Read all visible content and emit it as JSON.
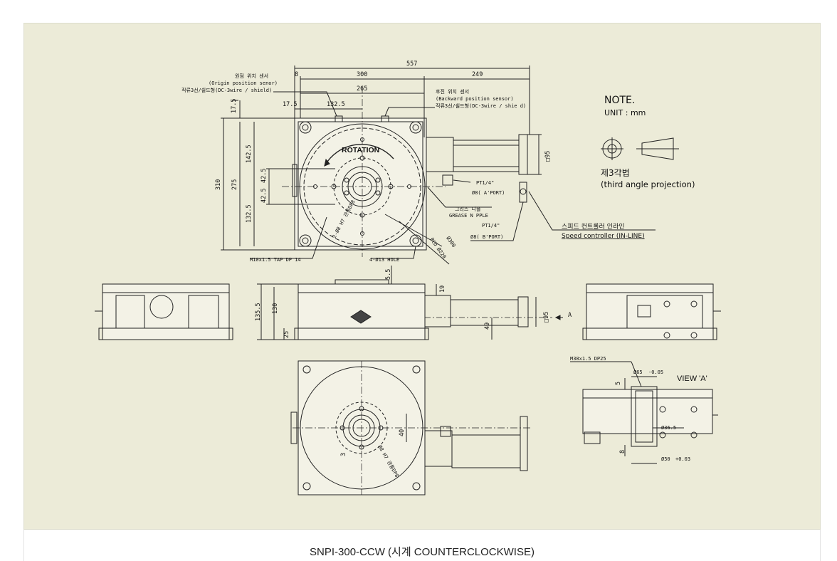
{
  "caption": "SNPI-300-CCW (시계 COUNTERCLOCKWISE)",
  "note": {
    "title": "NOTE.",
    "unit": "UNIT : mm",
    "projection_ko": "제3각법",
    "projection_en": "(third angle projection)"
  },
  "top_view": {
    "rotation_label": "ROTATION",
    "dims": {
      "overall_width": "557",
      "d8": "8",
      "d300": "300",
      "d249": "249",
      "d265": "265",
      "d175a": "17.5",
      "d1325a": "132.5",
      "d175b": "17.5",
      "d310": "310",
      "d275": "275",
      "d1425": "142.5",
      "d425a": "42.5",
      "d425b": "42.5",
      "d1325b": "132.5",
      "sq95": "□95"
    },
    "labels": {
      "origin_sensor_ko": "원점 위치 센서",
      "origin_sensor_en": "(Origin position senor)",
      "origin_cable": "직류3선/쉴드형(DC-3wire / shield)",
      "backward_sensor_ko": "후진 위치 센서",
      "backward_sensor_en": "(Backward position sensor)",
      "backward_cable": "직류3선/쉴드형(DC-3wire / shie d)",
      "pt14_a": "PT1/4\"",
      "port_a": "Ø8( A'PORT)",
      "grease_ko": "그리스 니플",
      "grease_en": "GREASE N PPLE",
      "pt14_b": "PT1/4\"",
      "port_b": "Ø8( B'PORT)",
      "speed_ko": "스피드 컨트롤러 인라인",
      "speed_en": "Speed controller (IN-LINE)",
      "tap": "M10x1.5 TAP DP 14",
      "hole": "4-Ø13 HOLE",
      "pcd300": "Ø300",
      "pcd220": "PCD Ø220",
      "dowel": "2-Ø8 H7 관통DP8"
    }
  },
  "front_view": {
    "dims": {
      "d55": "5.5",
      "d19": "19",
      "d1355": "135.5",
      "d130": "130",
      "d25": "25",
      "d49": "49",
      "sq95": "□95",
      "arrow_a": "A"
    }
  },
  "bottom_view": {
    "dims": {
      "d40": "40",
      "d3": "3",
      "dowel": "Ø8 H7 관통DP8"
    }
  },
  "view_a": {
    "title": "VIEW 'A'",
    "thread": "M38x1.5 DP25",
    "d65": "Ø65",
    "d65_tol": "-0.05",
    "d5": "5",
    "d365": "Ø36.5",
    "d8": "8",
    "d50": "Ø50",
    "d50_tol": "+0.03"
  }
}
